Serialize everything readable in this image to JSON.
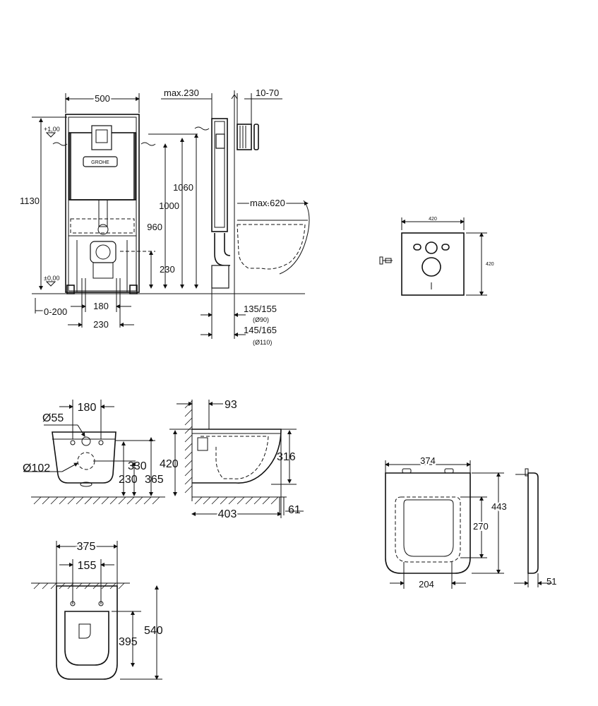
{
  "brand_label": "GROHE",
  "frame_view": {
    "width": "500",
    "depth_max": "max.230",
    "wall_range": "10-70",
    "height_total": "1130",
    "height_1060": "1060",
    "height_1000": "1000",
    "height_960": "960",
    "height_230": "230",
    "level_top": "+1,00",
    "level_zero": "±0,00",
    "projection": "max.620",
    "offset_range": "0-200",
    "spacing_180": "180",
    "spacing_230": "230",
    "pipe_90": "135/155",
    "pipe_90_dia": "(Ø90)",
    "pipe_110": "145/165",
    "pipe_110_dia": "(Ø110)"
  },
  "plate_view": {
    "width": "420",
    "height": "420"
  },
  "bowl_front": {
    "hole_spacing": "180",
    "hole_dia_small": "Ø55",
    "hole_dia_large": "Ø102",
    "h330": "330",
    "h230": "230",
    "h365": "365"
  },
  "bowl_side": {
    "offset": "93",
    "height": "420",
    "rim": "316",
    "depth": "403",
    "bottom": "61"
  },
  "bowl_top": {
    "width": "375",
    "hole_spacing": "155",
    "length": "540",
    "inner": "395"
  },
  "seat_view": {
    "width": "374",
    "length": "443",
    "inner_length": "270",
    "inner_width": "204",
    "thickness": "51"
  }
}
